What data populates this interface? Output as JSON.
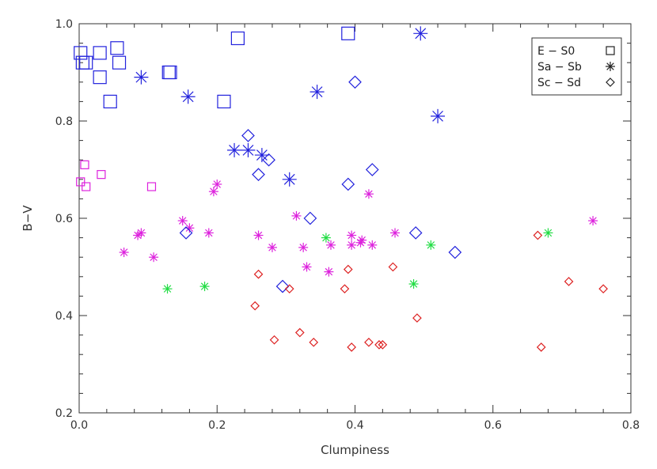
{
  "chart_data": {
    "type": "scatter",
    "title": "",
    "xlabel": "Clumpiness",
    "ylabel": "B−V",
    "xlim": [
      0.0,
      0.8
    ],
    "ylim": [
      0.2,
      1.0
    ],
    "x_ticks": [
      "0.0",
      "0.2",
      "0.4",
      "0.6",
      "0.8"
    ],
    "y_ticks": [
      "0.2",
      "0.4",
      "0.6",
      "0.8",
      "1.0"
    ],
    "grid": false,
    "legend_position": "top-right",
    "legend": [
      {
        "label": "E − S0",
        "marker": "square"
      },
      {
        "label": "Sa − Sb",
        "marker": "asterisk"
      },
      {
        "label": "Sc − Sd",
        "marker": "diamond"
      }
    ],
    "colors": {
      "blue": "#2222dd",
      "magenta": "#dd22dd",
      "green": "#22dd44",
      "red": "#dd2222"
    },
    "series": [
      {
        "marker": "square",
        "color": "blue",
        "size": "large",
        "points": [
          [
            0.002,
            0.94
          ],
          [
            0.005,
            0.92
          ],
          [
            0.01,
            0.92
          ],
          [
            0.03,
            0.94
          ],
          [
            0.03,
            0.89
          ],
          [
            0.045,
            0.84
          ],
          [
            0.055,
            0.95
          ],
          [
            0.058,
            0.92
          ],
          [
            0.13,
            0.9
          ],
          [
            0.132,
            0.9
          ],
          [
            0.21,
            0.84
          ],
          [
            0.23,
            0.97
          ],
          [
            0.39,
            0.98
          ]
        ]
      },
      {
        "marker": "square",
        "color": "magenta",
        "size": "small",
        "points": [
          [
            0.002,
            0.675
          ],
          [
            0.008,
            0.71
          ],
          [
            0.01,
            0.665
          ],
          [
            0.032,
            0.69
          ],
          [
            0.105,
            0.665
          ]
        ]
      },
      {
        "marker": "asterisk",
        "color": "blue",
        "size": "large",
        "points": [
          [
            0.09,
            0.89
          ],
          [
            0.158,
            0.85
          ],
          [
            0.225,
            0.74
          ],
          [
            0.245,
            0.74
          ],
          [
            0.265,
            0.73
          ],
          [
            0.305,
            0.68
          ],
          [
            0.345,
            0.86
          ],
          [
            0.495,
            0.98
          ],
          [
            0.52,
            0.81
          ]
        ]
      },
      {
        "marker": "asterisk",
        "color": "magenta",
        "size": "small",
        "points": [
          [
            0.065,
            0.53
          ],
          [
            0.085,
            0.565
          ],
          [
            0.09,
            0.57
          ],
          [
            0.108,
            0.52
          ],
          [
            0.15,
            0.595
          ],
          [
            0.16,
            0.58
          ],
          [
            0.188,
            0.57
          ],
          [
            0.195,
            0.655
          ],
          [
            0.2,
            0.67
          ],
          [
            0.26,
            0.565
          ],
          [
            0.28,
            0.54
          ],
          [
            0.315,
            0.605
          ],
          [
            0.325,
            0.54
          ],
          [
            0.33,
            0.5
          ],
          [
            0.362,
            0.49
          ],
          [
            0.365,
            0.545
          ],
          [
            0.395,
            0.565
          ],
          [
            0.395,
            0.545
          ],
          [
            0.408,
            0.55
          ],
          [
            0.41,
            0.555
          ],
          [
            0.42,
            0.65
          ],
          [
            0.425,
            0.545
          ],
          [
            0.458,
            0.57
          ],
          [
            0.745,
            0.595
          ]
        ]
      },
      {
        "marker": "asterisk",
        "color": "green",
        "size": "small",
        "points": [
          [
            0.128,
            0.455
          ],
          [
            0.182,
            0.46
          ],
          [
            0.358,
            0.56
          ],
          [
            0.485,
            0.465
          ],
          [
            0.51,
            0.545
          ],
          [
            0.68,
            0.57
          ]
        ]
      },
      {
        "marker": "diamond",
        "color": "blue",
        "size": "large",
        "points": [
          [
            0.155,
            0.57
          ],
          [
            0.245,
            0.77
          ],
          [
            0.26,
            0.69
          ],
          [
            0.275,
            0.72
          ],
          [
            0.295,
            0.46
          ],
          [
            0.335,
            0.6
          ],
          [
            0.39,
            0.67
          ],
          [
            0.4,
            0.88
          ],
          [
            0.425,
            0.7
          ],
          [
            0.488,
            0.57
          ],
          [
            0.545,
            0.53
          ]
        ]
      },
      {
        "marker": "diamond",
        "color": "red",
        "size": "small",
        "points": [
          [
            0.255,
            0.42
          ],
          [
            0.26,
            0.485
          ],
          [
            0.283,
            0.35
          ],
          [
            0.305,
            0.455
          ],
          [
            0.32,
            0.365
          ],
          [
            0.34,
            0.345
          ],
          [
            0.385,
            0.455
          ],
          [
            0.39,
            0.495
          ],
          [
            0.395,
            0.335
          ],
          [
            0.42,
            0.345
          ],
          [
            0.435,
            0.34
          ],
          [
            0.44,
            0.34
          ],
          [
            0.455,
            0.5
          ],
          [
            0.49,
            0.395
          ],
          [
            0.665,
            0.565
          ],
          [
            0.67,
            0.335
          ],
          [
            0.71,
            0.47
          ],
          [
            0.76,
            0.455
          ]
        ]
      }
    ]
  }
}
